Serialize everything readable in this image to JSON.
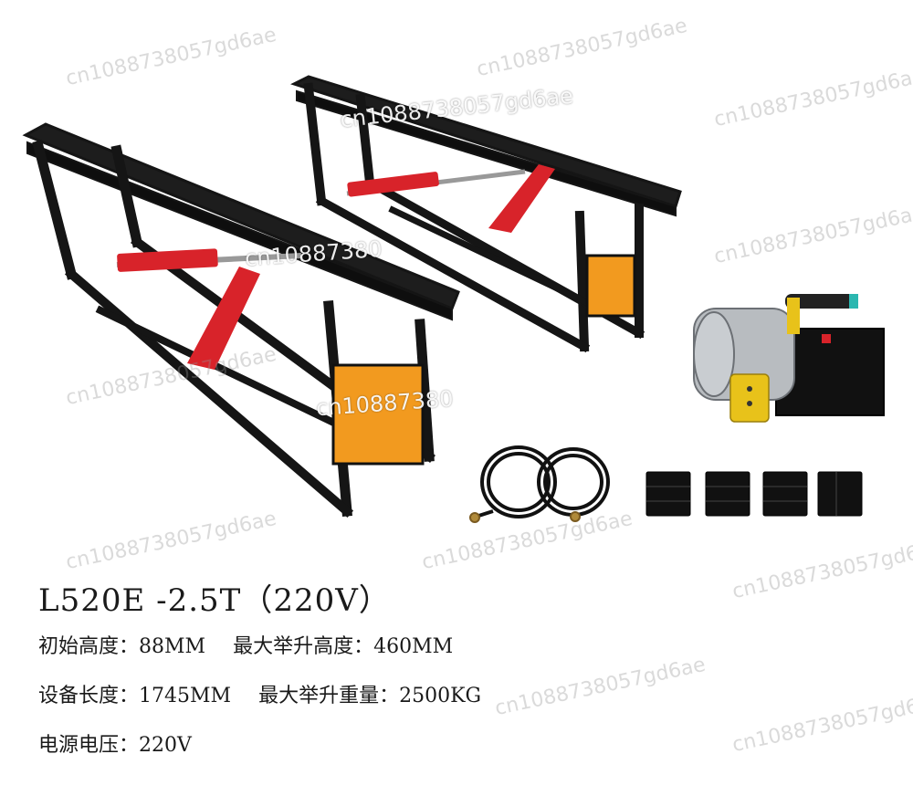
{
  "product": {
    "title": "L520E -2.5T（220V）"
  },
  "specs": {
    "row1": {
      "initial_height_label": "初始高度：",
      "initial_height_value": "88MM",
      "max_lift_height_label": "最大举升高度：",
      "max_lift_height_value": "460MM"
    },
    "row2": {
      "length_label": "设备长度：",
      "length_value": "1745MM",
      "max_lift_weight_label": "最大举升重量：",
      "max_lift_weight_value": "2500KG"
    },
    "row3": {
      "voltage_label": "电源电压：",
      "voltage_value": "220V"
    }
  },
  "watermark": {
    "text_a": "cn1088738057gd6ae",
    "text_b": "cn10887380"
  },
  "colors": {
    "frame": "#151515",
    "cylinder": "#d8232a",
    "plate": "#f29a1f",
    "motor": "#b8bcc0"
  }
}
